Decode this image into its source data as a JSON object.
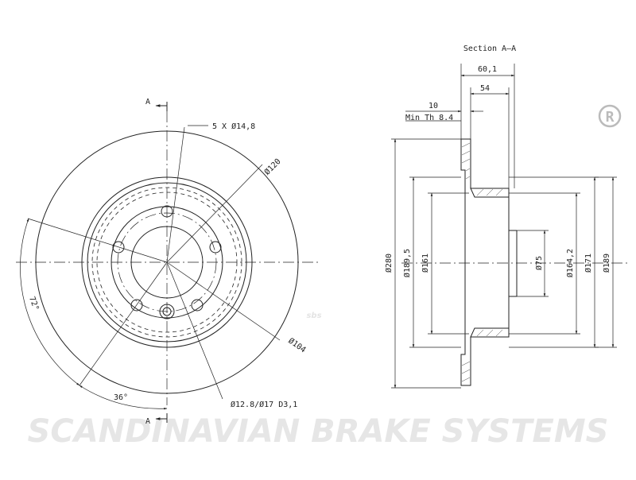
{
  "watermark": {
    "logo_letters": "sbs",
    "registered_mark": "®",
    "brand_text": "SCANDINAVIAN BRAKE SYSTEMS"
  },
  "section_marker": "A",
  "front_view": {
    "bolt_holes_label": "5 X Ø14,8",
    "dia_120": "Ø120",
    "dia_104": "Ø104",
    "hole_label": "Ø12.8/Ø17 D3,1",
    "angle_72": "72°",
    "angle_36": "36°"
  },
  "section_view": {
    "title": "Section A–A",
    "dim_60_1": "60,1",
    "dim_54": "54",
    "dim_10": "10",
    "min_th": "Min Th 8.4",
    "dia_280": "Ø280",
    "dia_189_5": "Ø189,5",
    "dia_161": "Ø161",
    "dia_75": "Ø75",
    "dia_164_2": "Ø164,2",
    "dia_171": "Ø171",
    "dia_189": "Ø189"
  },
  "colors": {
    "line": "#222222",
    "watermark": "#dcdcdc"
  }
}
